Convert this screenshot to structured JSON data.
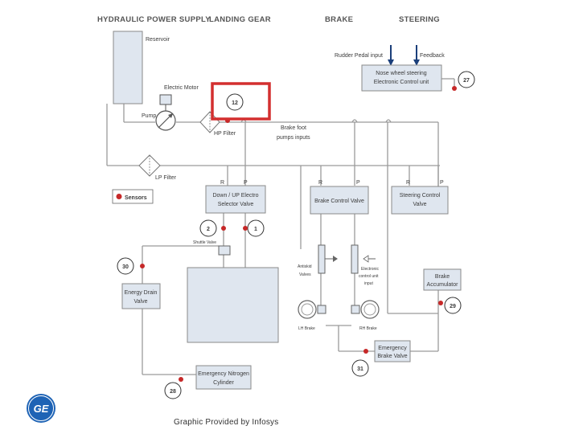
{
  "headers": {
    "hydraulic_power_supply": "HYDRAULIC POWER SUPPLY",
    "landing_gear": "LANDING GEAR",
    "brake": "BRAKE",
    "steering": "STEERING"
  },
  "components": {
    "reservoir": "Reservoir",
    "electric_motor": "Electric Motor",
    "pump": "Pump",
    "hp_filter": "HP Filter",
    "lp_filter": "LP Filter",
    "brake_foot_line1": "Brake foot",
    "brake_foot_line2": "pumps inputs",
    "rudder_pedal_input": "Rudder Pedal input",
    "feedback": "Feedback",
    "nose_wheel_line1": "Nose wheel steering",
    "nose_wheel_line2": "Electronic Control unit",
    "down_up_line1": "Down / UP Electro",
    "down_up_line2": "Selector Valve",
    "brake_control_valve": "Brake Control Valve",
    "steering_control_line1": "Steering Control",
    "steering_control_line2": "Valve",
    "shuttle_valve": "Shuttle Valve",
    "antiskid_line1": "Antiskid",
    "antiskid_line2": "Valves",
    "electronic_cu_line1": "Electronic",
    "electronic_cu_line2": "control unit",
    "electronic_cu_line3": "input",
    "lh_brake": "LH Brake",
    "rh_brake": "RH Brake",
    "brake_accumulator_line1": "Brake",
    "brake_accumulator_line2": "Accumulator",
    "emergency_brake_line1": "Emergency",
    "emergency_brake_line2": "Brake Valve",
    "energy_drain_line1": "Energy Drain",
    "energy_drain_line2": "Valve",
    "emergency_nitrogen_line1": "Emergency Nitrogen",
    "emergency_nitrogen_line2": "Cylinder"
  },
  "port_labels": {
    "r": "R",
    "p": "P"
  },
  "legend": {
    "sensors": "Sensors"
  },
  "sensors": [
    "12",
    "27",
    "2",
    "1",
    "30",
    "29",
    "31",
    "28"
  ],
  "logo": {
    "text": "GE"
  },
  "caption": "Graphic Provided by Infosys",
  "colors": {
    "highlight": "#d32f2f",
    "sensor": "#c62828",
    "pipe": "#9a9a9a",
    "box": "#dfe6ef",
    "logo": "#1e63b5"
  }
}
